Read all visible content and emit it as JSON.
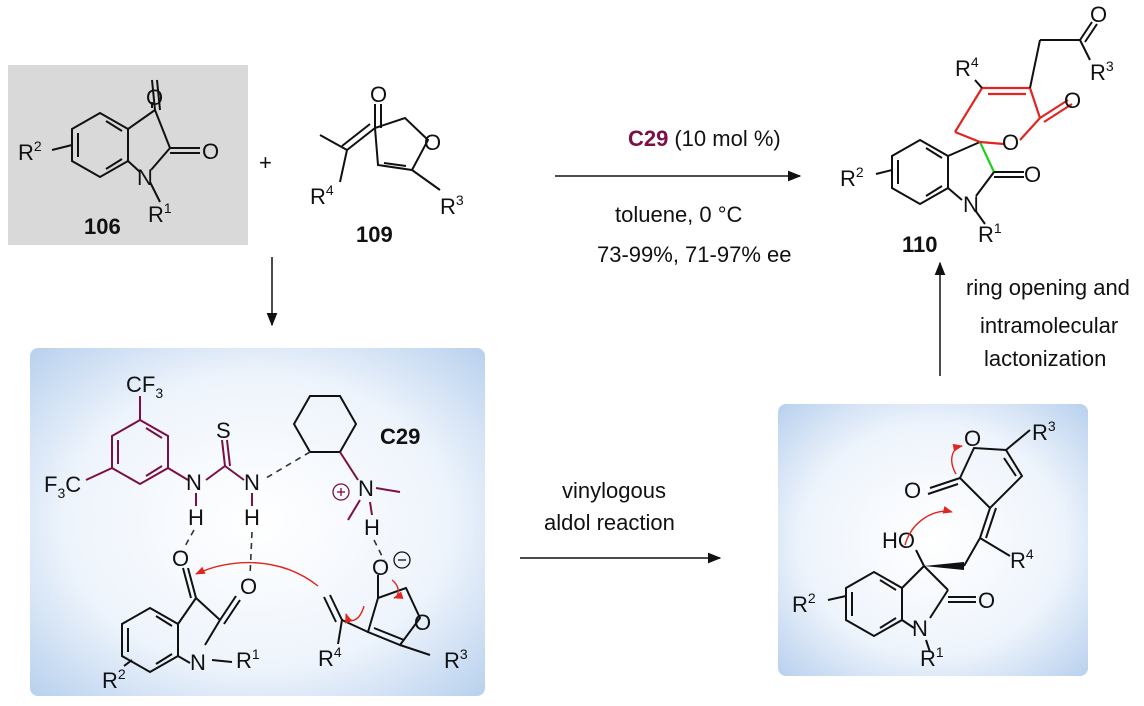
{
  "compounds": {
    "isatin_number": "106",
    "furanone_number": "109",
    "product_number": "110"
  },
  "reaction": {
    "catalyst": "C29",
    "loading": "(10 mol %)",
    "conditions": "toluene, 0 °C",
    "yields": "73-99%, 71-97% ee"
  },
  "labels": {
    "r1": "R",
    "r1_sup": "1",
    "r2": "R",
    "r2_sup": "2",
    "r3": "R",
    "r3_sup": "3",
    "r4": "R",
    "r4_sup": "4",
    "oxygen": "O",
    "nitrogen": "N",
    "hydrogen": "H",
    "sulfur": "S",
    "ho": "HO",
    "plus": "+",
    "cf3": "CF",
    "cf3_sub": "3",
    "f3c": "F",
    "f3c_sub": "3",
    "f3c_tail": "C",
    "catalyst_label": "C29"
  },
  "steps": {
    "aldol_line1": "vinylogous",
    "aldol_line2": "aldol reaction",
    "ring_line1": "ring opening and",
    "ring_line2": "intramolecular",
    "ring_line3": "lactonization"
  },
  "colors": {
    "catalyst": "#7a1045",
    "new_ring": "#e0261f",
    "spiro_bond": "#1fd01f",
    "box_gray": "#d9d9d9",
    "box_blue": "#dbe8f8"
  }
}
